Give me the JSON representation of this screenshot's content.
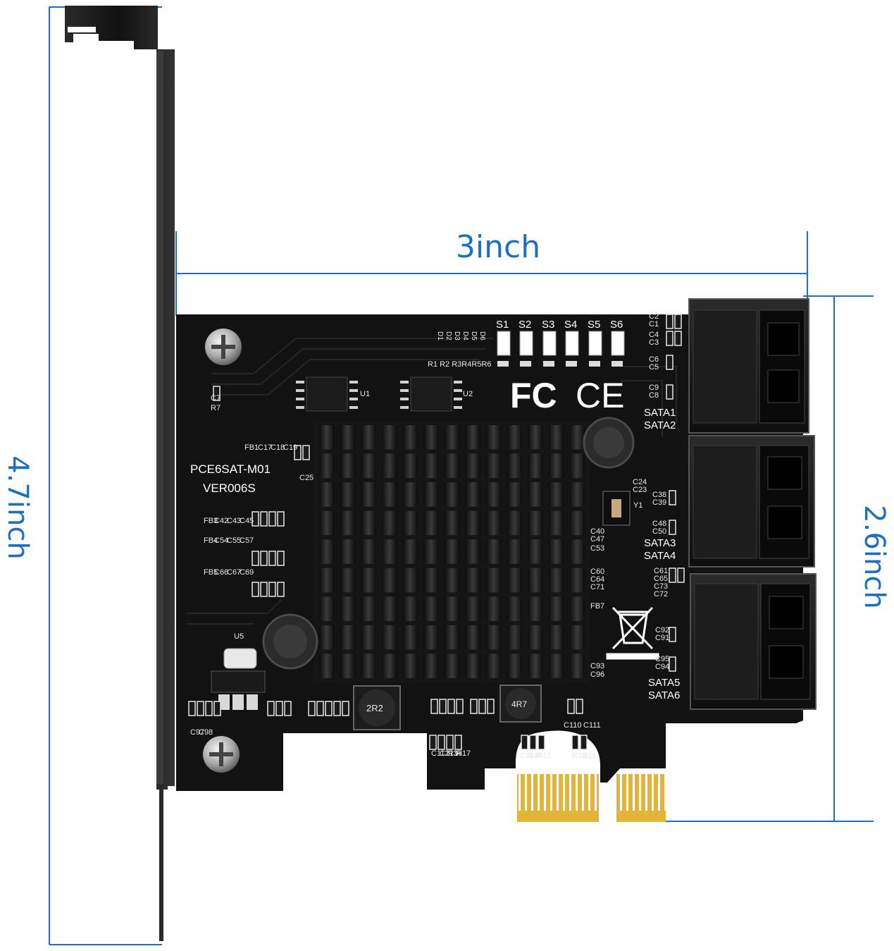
{
  "dimensions": {
    "width_label": "3inch",
    "height_label": "4.7inch",
    "card_height_label": "2.6inch",
    "line_color": "#1f6fc1"
  },
  "board": {
    "model": "PCE6SAT-M01",
    "version": "VER006S",
    "ports_top": [
      "SATA1",
      "SATA2"
    ],
    "ports_mid": [
      "SATA3",
      "SATA4"
    ],
    "ports_bottom": [
      "SATA5",
      "SATA6"
    ],
    "leds": [
      "S1",
      "S2",
      "S3",
      "S4",
      "S5",
      "S6"
    ],
    "resistors": "R1 R2 R3R4R5R6",
    "chip_u1": "U1",
    "chip_u2": "U2",
    "chip_u5": "U5",
    "crystal": "Y1",
    "inductor_a": "2R2",
    "inductor_b": "4R7",
    "cert_fc": "FC",
    "cert_ce": "CE",
    "pcb_color": "#121212",
    "heatsink_color": "#1a1a1a",
    "gold_color": "#e2b43a"
  },
  "silkscreen": {
    "c2": "C2",
    "c1": "C1",
    "c4": "C4",
    "c3": "C3",
    "c6": "C6",
    "c5": "C5",
    "c9": "C9",
    "c8": "C8",
    "c24": "C24",
    "c23": "C23",
    "c38": "C38",
    "c39": "C39",
    "c48": "C48",
    "c50": "C50",
    "c40": "C40",
    "c47": "C47",
    "c53": "C53",
    "c60": "C60",
    "c64": "C64",
    "c71": "C71",
    "fb7": "FB7",
    "c61": "C61",
    "c65": "C65",
    "c73": "C73",
    "c72": "C72",
    "c92": "C92",
    "c91": "C91",
    "c95": "C95",
    "c94": "C94",
    "c93": "C93",
    "c96": "C96",
    "c25": "C25",
    "c110": "C110",
    "c111": "C111",
    "r20": "R20",
    "r21": "R21",
    "r13": "R13",
    "r14": "R14",
    "c114": "C114",
    "c112": "C112",
    "c113": "C113",
    "r16": "R16",
    "r17": "R17",
    "c97": "C97",
    "c98": "C98",
    "c7": "C7",
    "r7": "R7",
    "fb1": "FB1",
    "c17": "C17",
    "c18": "C18",
    "c19": "C19",
    "fb3": "FB3",
    "fb4": "FB4",
    "fb5": "FB5",
    "c42": "C42",
    "c43": "C43",
    "c45": "C45",
    "c54": "C54",
    "c55": "C55",
    "c57": "C57",
    "c66": "C66",
    "c67": "C67",
    "c69": "C69",
    "d1": "D1",
    "d2": "D2",
    "d3": "D3",
    "d4": "D4",
    "d5": "D5",
    "d6": "D6"
  }
}
